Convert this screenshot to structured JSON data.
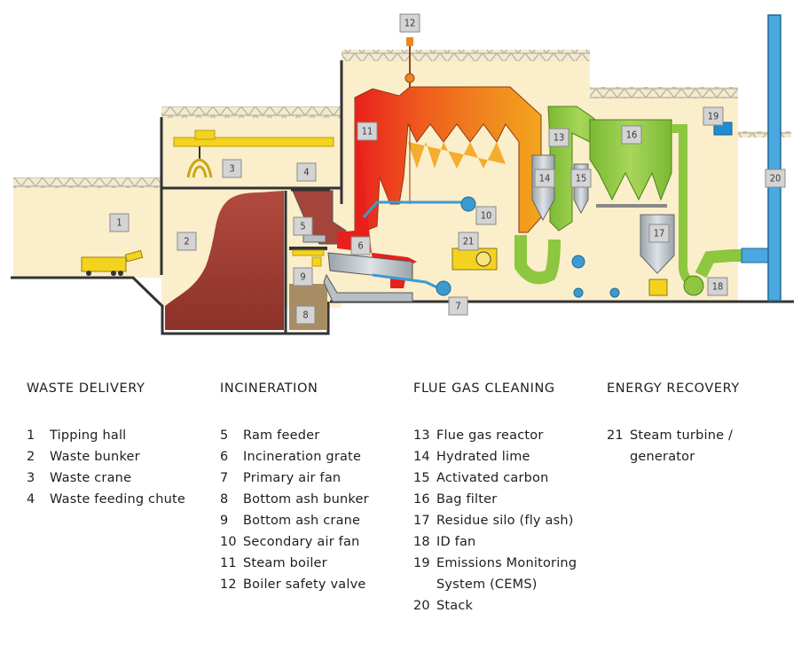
{
  "diagram": {
    "title": "Waste-to-energy incineration plant",
    "colors": {
      "building": "#fbeecb",
      "truss": "#b9b29c",
      "waste": "#a5443a",
      "boiler_hot": "#e8201c",
      "boiler_warm": "#f0851e",
      "boiler_cool": "#f3a51d",
      "flue_gas": "#8dc63f",
      "stack": "#4aa7df",
      "air": "#3b9bd0",
      "steel": "#b7bec4",
      "crane": "#f4d31f",
      "ash": "#a88d64"
    },
    "callouts": [
      "1",
      "2",
      "3",
      "4",
      "5",
      "6",
      "7",
      "8",
      "9",
      "10",
      "11",
      "12",
      "13",
      "14",
      "15",
      "16",
      "17",
      "18",
      "19",
      "20",
      "21"
    ]
  },
  "legend": {
    "sections": [
      {
        "heading": "WASTE DELIVERY",
        "items": [
          {
            "num": "1",
            "label": "Tipping hall"
          },
          {
            "num": "2",
            "label": "Waste bunker"
          },
          {
            "num": "3",
            "label": "Waste crane"
          },
          {
            "num": "4",
            "label": "Waste feeding chute"
          }
        ]
      },
      {
        "heading": "INCINERATION",
        "items": [
          {
            "num": "5",
            "label": "Ram feeder"
          },
          {
            "num": "6",
            "label": "Incineration grate"
          },
          {
            "num": "7",
            "label": "Primary air fan"
          },
          {
            "num": "8",
            "label": "Bottom ash bunker"
          },
          {
            "num": "9",
            "label": "Bottom ash crane"
          },
          {
            "num": "10",
            "label": "Secondary air fan"
          },
          {
            "num": "11",
            "label": "Steam boiler"
          },
          {
            "num": "12",
            "label": "Boiler safety valve"
          }
        ]
      },
      {
        "heading": "FLUE GAS CLEANING",
        "items": [
          {
            "num": "13",
            "label": "Flue gas reactor"
          },
          {
            "num": "14",
            "label": "Hydrated lime"
          },
          {
            "num": "15",
            "label": "Activated carbon"
          },
          {
            "num": "16",
            "label": "Bag filter"
          },
          {
            "num": "17",
            "label": "Residue silo (fly ash)"
          },
          {
            "num": "18",
            "label": "ID fan"
          },
          {
            "num": "19",
            "label": "Emissions Monitoring\nSystem (CEMS)"
          },
          {
            "num": "20",
            "label": "Stack"
          }
        ]
      },
      {
        "heading": "ENERGY RECOVERY",
        "items": [
          {
            "num": "21",
            "label": "Steam turbine /\ngenerator"
          }
        ]
      }
    ]
  }
}
